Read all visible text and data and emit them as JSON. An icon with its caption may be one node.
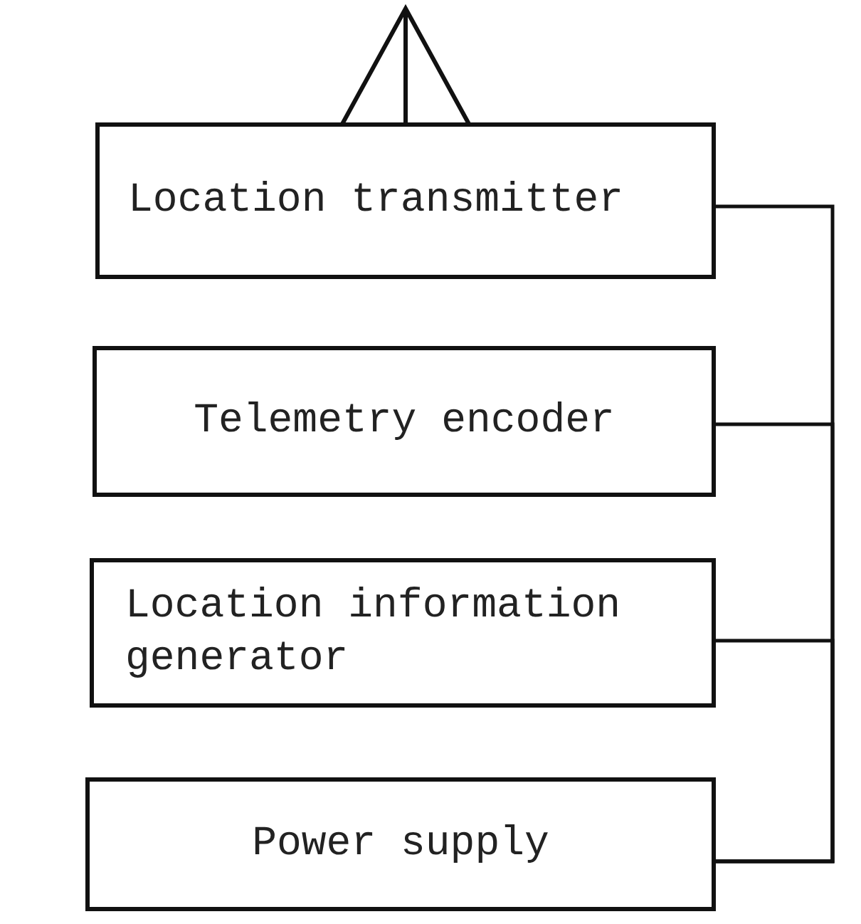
{
  "diagram": {
    "nodes": [
      {
        "text": [
          "Location transmitter"
        ]
      },
      {
        "text": [
          "Telemetry encoder"
        ]
      },
      {
        "text": [
          "Location information generator"
        ]
      },
      {
        "text": [
          "Power supply"
        ]
      }
    ],
    "edges": [
      {
        "from": 3,
        "to": 0,
        "arrow": "none"
      },
      {
        "from": 3,
        "to": 1,
        "arrow": "none"
      },
      {
        "from": 3,
        "to": 2,
        "arrow": "none"
      }
    ]
  }
}
